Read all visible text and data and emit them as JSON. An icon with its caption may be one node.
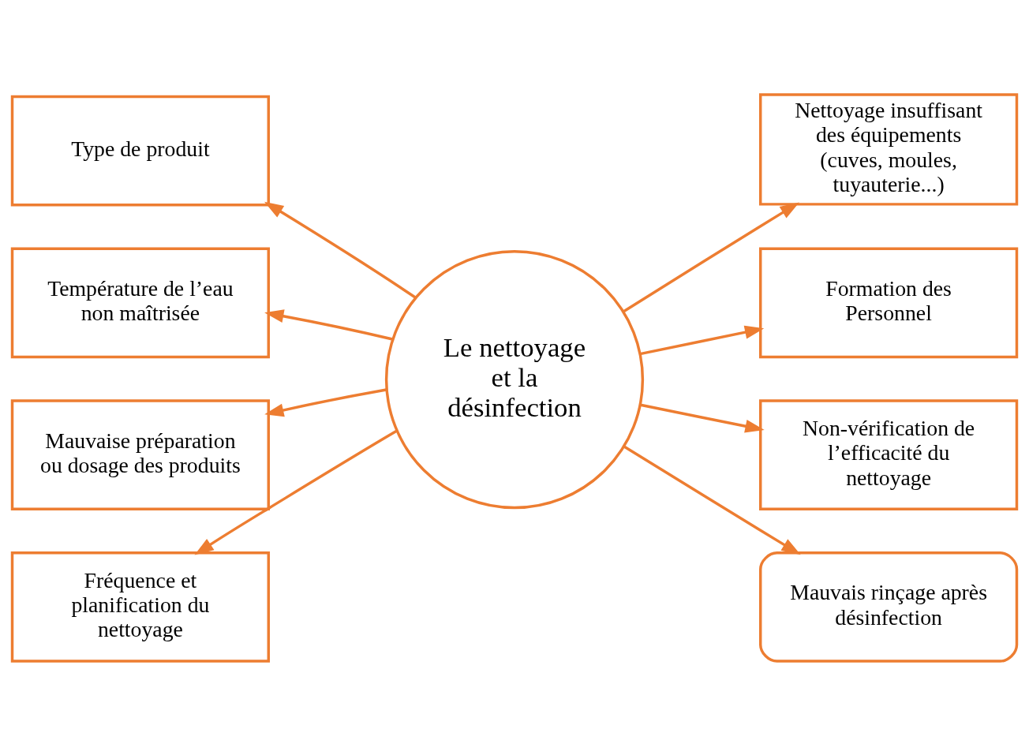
{
  "diagram": {
    "nodes": [
      {
        "text": [
          "Le nettoyage et la désinfection"
        ]
      },
      {
        "text": [
          "Type de produit"
        ]
      },
      {
        "text": [
          "Température de l’eau non maîtrisée"
        ]
      },
      {
        "text": [
          "Mauvaise préparation ou dosage des produits"
        ]
      },
      {
        "text": [
          "Fréquence et planification du nettoyage"
        ]
      },
      {
        "text": [
          "Nettoyage insuffisant des équipements (cuves, moules, tuyauterie...)"
        ]
      },
      {
        "text": [
          "Formation des Personnel"
        ]
      },
      {
        "text": [
          "Non-vérification de l’efficacité du nettoyage"
        ]
      },
      {
        "text": [
          "Mauvais rinçage après désinfection"
        ]
      }
    ],
    "edges": [
      {
        "from": 0,
        "to": 1,
        "arrow": "to"
      },
      {
        "from": 0,
        "to": 2,
        "arrow": "to"
      },
      {
        "from": 0,
        "to": 3,
        "arrow": "to"
      },
      {
        "from": 0,
        "to": 4,
        "arrow": "to"
      },
      {
        "from": 0,
        "to": 5,
        "arrow": "to"
      },
      {
        "from": 0,
        "to": 6,
        "arrow": "to"
      },
      {
        "from": 0,
        "to": 7,
        "arrow": "to"
      },
      {
        "from": 0,
        "to": 8,
        "arrow": "to"
      }
    ]
  }
}
